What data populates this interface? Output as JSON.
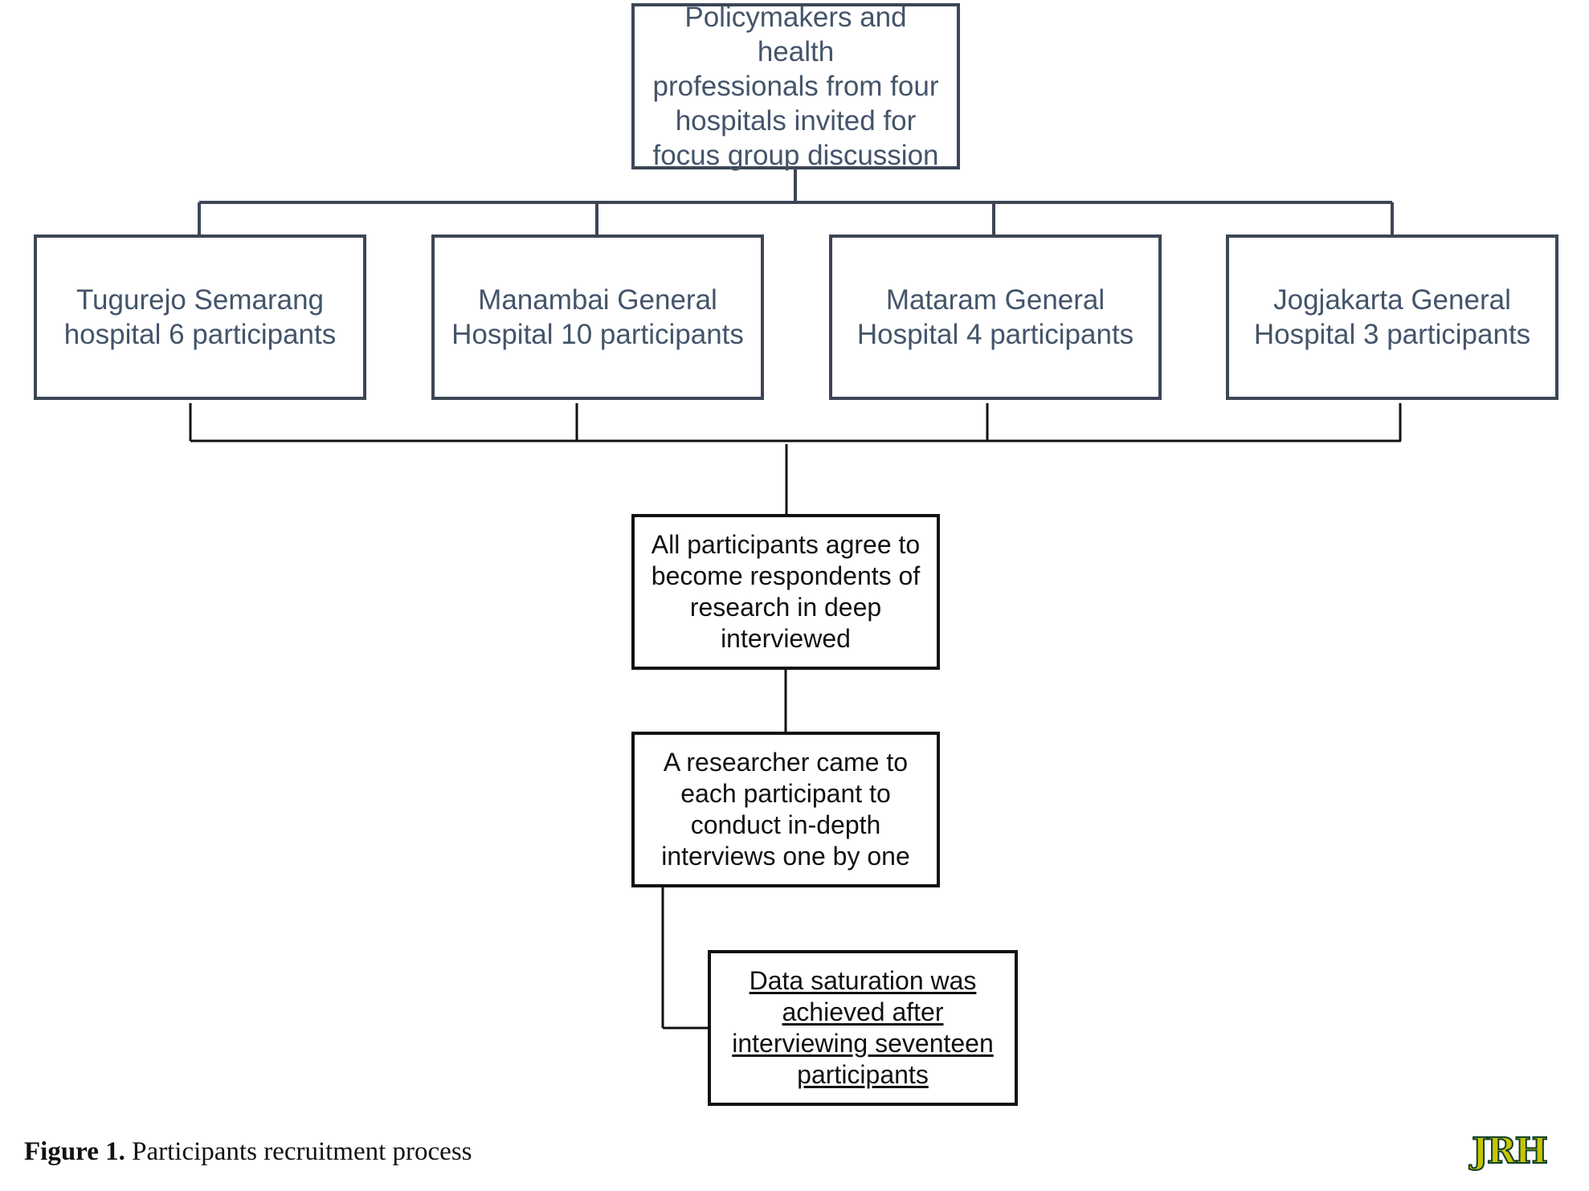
{
  "nodes": {
    "top": {
      "lines": [
        "Policymakers and health",
        "professionals from four",
        "hospitals invited  for",
        "focus group discussion"
      ]
    },
    "hospitals": [
      {
        "lines": [
          "Tugurejo Semarang",
          "hospital 6 participants"
        ]
      },
      {
        "lines": [
          "Manambai General",
          "Hospital 10 participants"
        ]
      },
      {
        "lines": [
          "Mataram General",
          "Hospital 4 participants"
        ]
      },
      {
        "lines": [
          "Jogjakarta General",
          "Hospital 3 participants"
        ]
      }
    ],
    "agree": {
      "lines": [
        "All participants agree to",
        "become respondents of",
        "research in deep",
        "interviewed"
      ]
    },
    "research": {
      "lines": [
        "A researcher came to",
        "each participant to",
        "conduct in-depth",
        "interviews one by one"
      ]
    },
    "saturation": {
      "lines": [
        "Data saturation was",
        "achieved after",
        "interviewing seventeen",
        "participants"
      ]
    }
  },
  "caption": {
    "label": "Figure 1.",
    "text": " Participants recruitment process"
  },
  "logo": {
    "text": "JRH"
  },
  "colors": {
    "upper_border": "#3c4656",
    "upper_text": "#44546a",
    "lower_border": "#111111",
    "lower_text": "#111111",
    "logo_fill": "#c9c400",
    "logo_outline": "#0d3d2a"
  }
}
